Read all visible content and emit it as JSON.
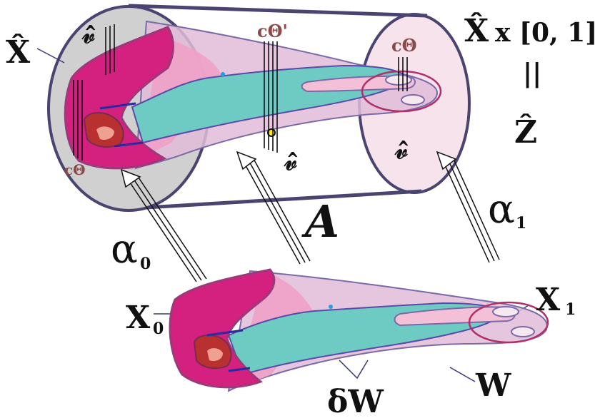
{
  "labels": {
    "x_hat": "X̂",
    "v_hat_left": "𝓋̂",
    "c_theta_prime": "cΘ'",
    "c_theta_top": "cΘ",
    "x_hat_times": "X̂",
    "times_interval": "x [0, 1]",
    "parallel": "||",
    "z_hat": "Ẑ",
    "c_theta_left": "cΘ",
    "v_hat_mid": "𝓋̂",
    "v_hat_right": "𝓋̂",
    "alpha_1": "α",
    "alpha_1_sub": "1",
    "A": "A",
    "alpha_0": "α",
    "alpha_0_sub": "0",
    "X0": "X",
    "X0_sub": "0",
    "X1": "X",
    "X1_sub": "1",
    "W": "W",
    "delta_W": "δW"
  },
  "colors": {
    "cylinder_outline": "#4a4470",
    "left_disk": "#d0d0d0",
    "right_disk": "#f6e3ec",
    "magenta": "#d4207e",
    "pink": "#f0a0c8",
    "lavender": "#e0bcd8",
    "teal": "#6ecbc4"
  }
}
